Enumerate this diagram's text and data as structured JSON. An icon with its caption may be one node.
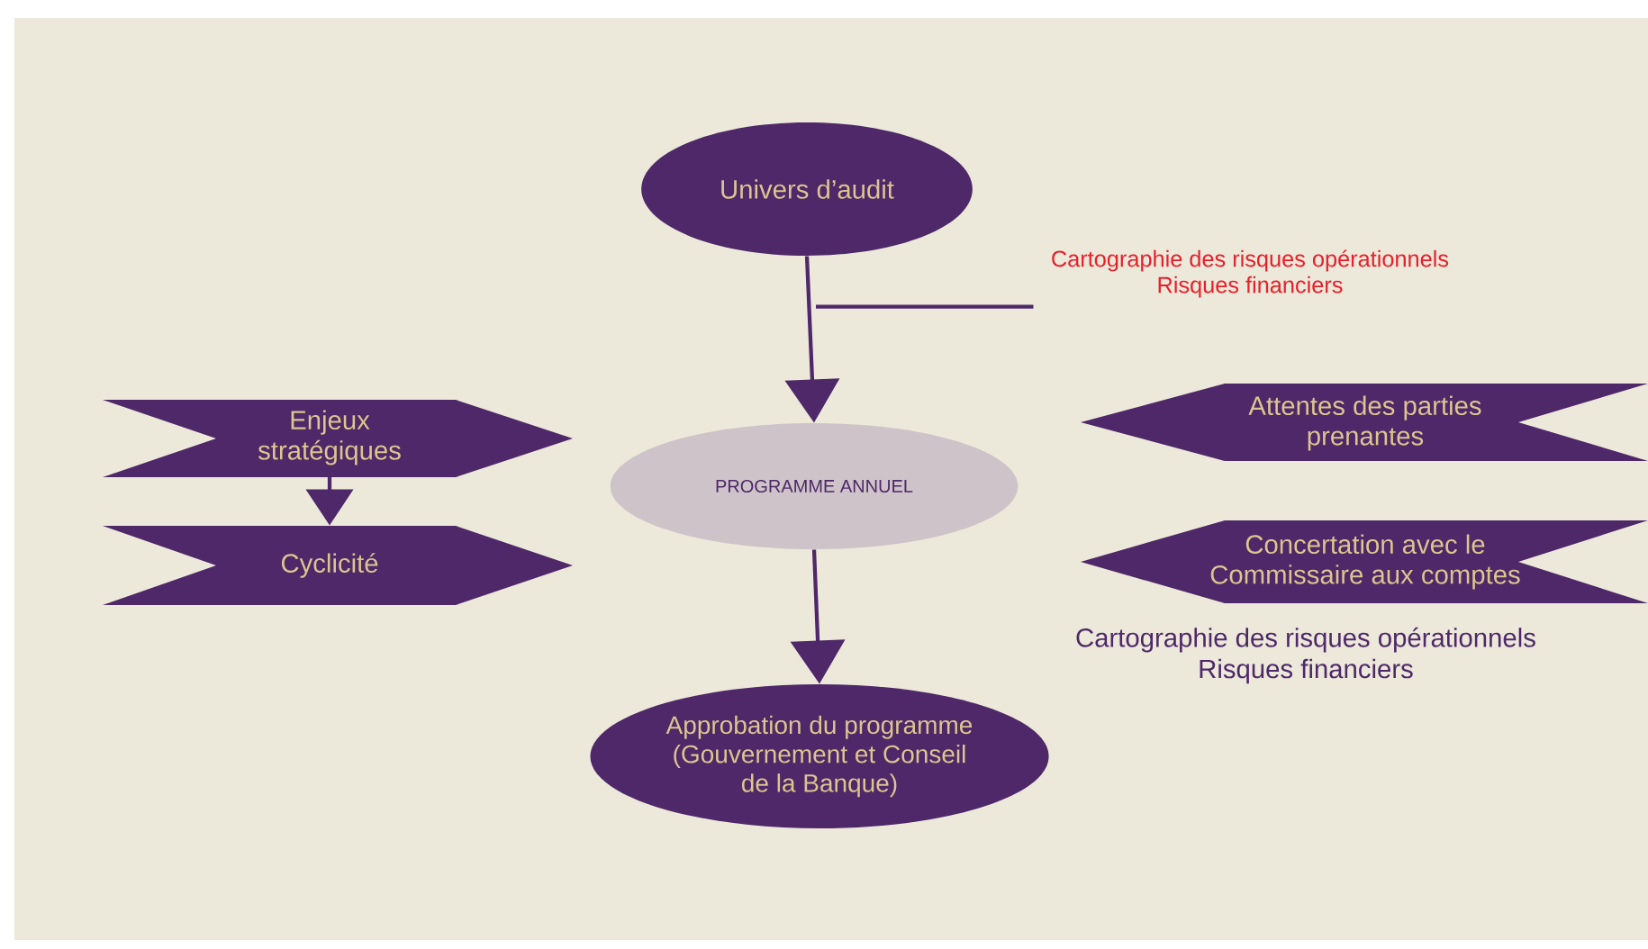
{
  "diagram": {
    "nodes": [
      {
        "text": [
          "Univers d’audit"
        ]
      },
      {
        "text": [
          "Cartographie des risques opérationnels",
          "Risques financiers"
        ]
      },
      {
        "text": [
          "Enjeux stratégiques"
        ]
      },
      {
        "text": [
          "Cyclicité"
        ]
      },
      {
        "text": [
          "PROGRAMME ANNUEL"
        ]
      },
      {
        "text": [
          "Attentes des parties prenantes"
        ]
      },
      {
        "text": [
          "Concertation avec le Commissaire aux comptes"
        ]
      },
      {
        "text": [
          "Approbation du programme (Gouvernement et Conseil de la Banque)"
        ]
      }
    ],
    "edges": [
      {
        "from": 0,
        "to": 4,
        "arrow": "to"
      },
      {
        "from": 1,
        "to": null,
        "arrow": "none"
      },
      {
        "from": 2,
        "to": 3,
        "arrow": "to"
      },
      {
        "from": 4,
        "to": 7,
        "arrow": "to"
      }
    ],
    "labels": [
      "Cartographie des risques opérationnels",
      "Risques financiers"
    ]
  }
}
